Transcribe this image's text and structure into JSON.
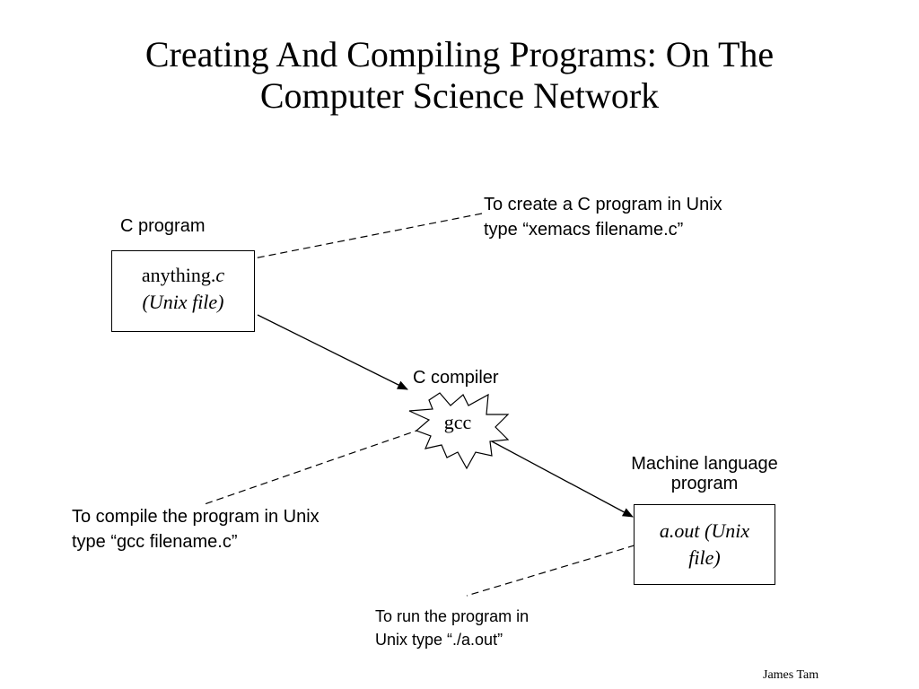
{
  "slide": {
    "title_line1": "Creating And Compiling Programs: On The",
    "title_line2": "Computer Science Network",
    "author": "James Tam"
  },
  "nodes": {
    "source": {
      "caption": "C program",
      "name_prefix": "anything.",
      "name_ext": "c",
      "type": "(Unix file)"
    },
    "compiler": {
      "caption": "C compiler",
      "name": "gcc"
    },
    "output": {
      "caption_line1": "Machine language",
      "caption_line2": "program",
      "line1": "a.out (Unix",
      "line2": "file)"
    }
  },
  "notes": {
    "create": {
      "line1": "To create a C program in Unix",
      "line2": "type “xemacs filename.c”"
    },
    "compile": {
      "line1": "To compile the program in Unix",
      "line2": "type “gcc filename.c”"
    },
    "run": {
      "line1": "To run the program in",
      "line2": "Unix type “./a.out”"
    }
  }
}
